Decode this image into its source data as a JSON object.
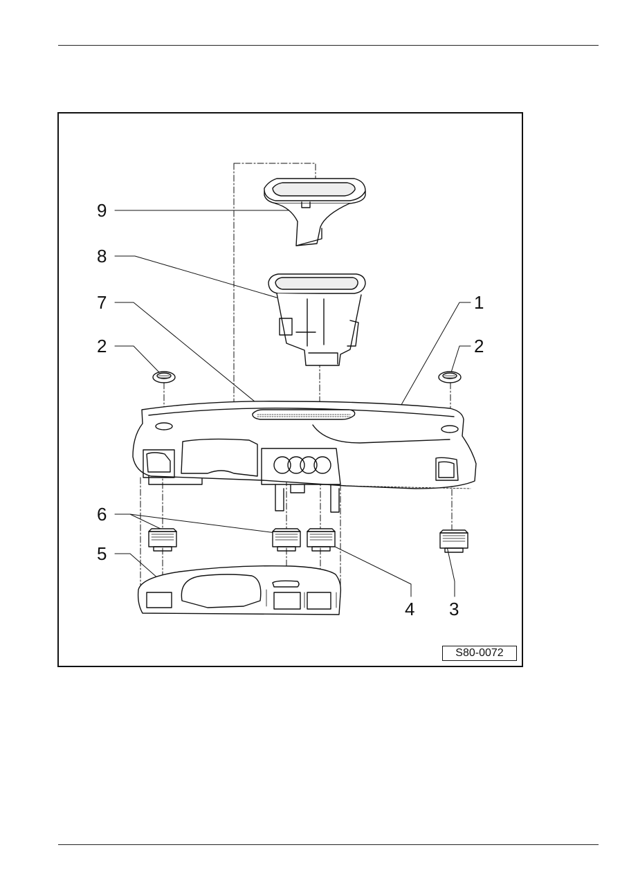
{
  "figure": {
    "code": "S80-0072",
    "callouts": {
      "c1": "1",
      "c2_left": "2",
      "c2_right": "2",
      "c3": "3",
      "c4": "4",
      "c5": "5",
      "c6": "6",
      "c7": "7",
      "c8": "8",
      "c9": "9"
    }
  }
}
